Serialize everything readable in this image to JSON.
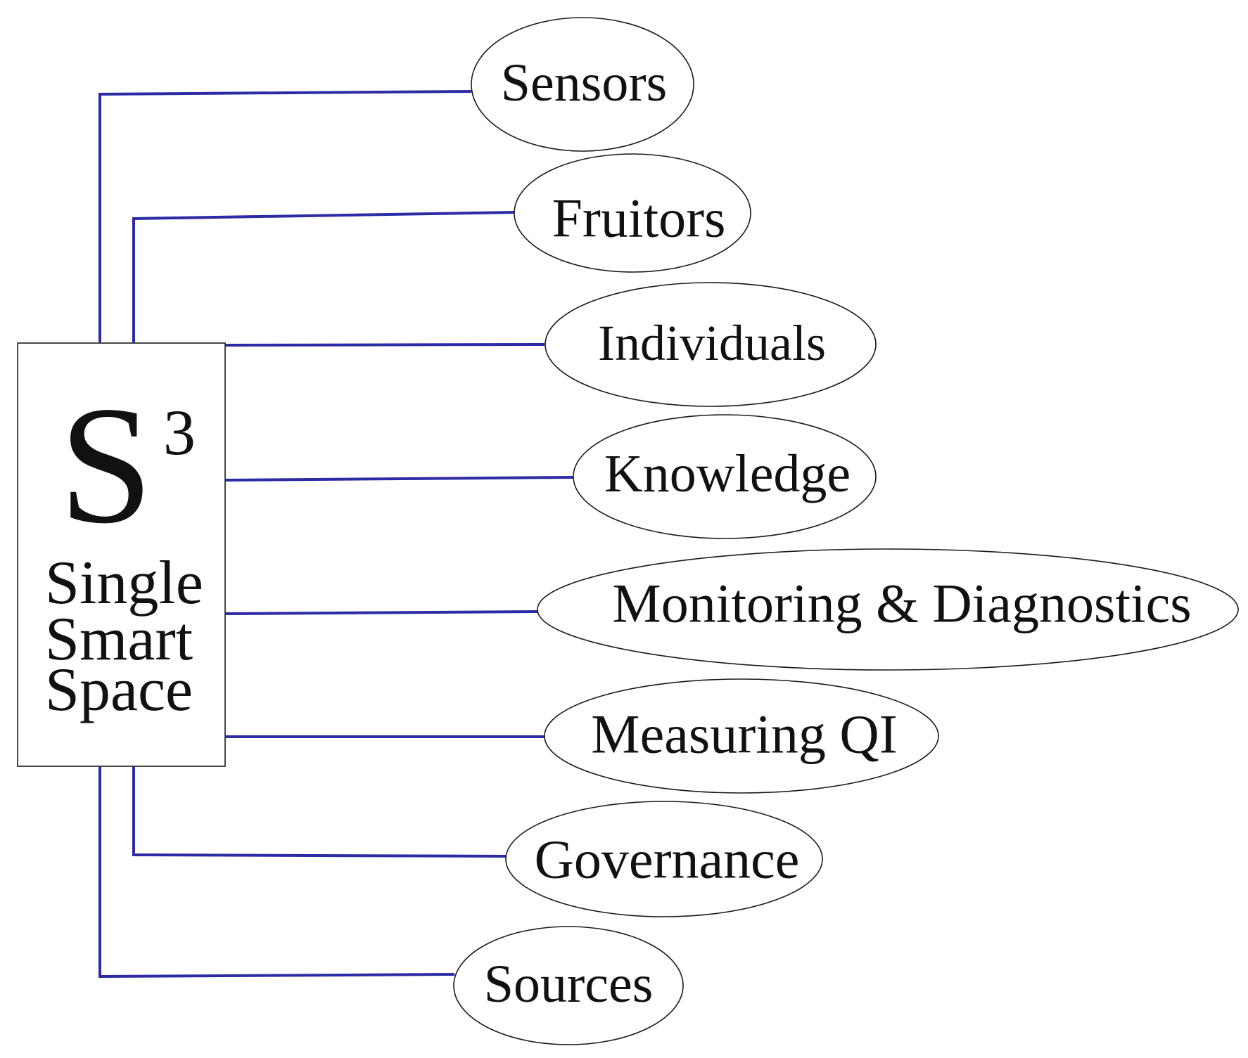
{
  "colors": {
    "connector": "#2b2ba6",
    "outline": "#1a1a1a",
    "text": "#111111",
    "background": "#ffffff"
  },
  "hub": {
    "symbol": "S",
    "exponent": "3",
    "lines": [
      "Single",
      "Smart",
      "Space"
    ]
  },
  "nodes": [
    {
      "id": "sensors",
      "label": "Sensors"
    },
    {
      "id": "fruitors",
      "label": "Fruitors"
    },
    {
      "id": "individuals",
      "label": "Individuals"
    },
    {
      "id": "knowledge",
      "label": "Knowledge"
    },
    {
      "id": "monitoring",
      "label": "Monitoring & Diagnostics"
    },
    {
      "id": "measuring",
      "label": "Measuring QI"
    },
    {
      "id": "governance",
      "label": "Governance"
    },
    {
      "id": "sources",
      "label": "Sources"
    }
  ],
  "edges": [
    {
      "from": "hub",
      "to": "sensors"
    },
    {
      "from": "hub",
      "to": "fruitors"
    },
    {
      "from": "hub",
      "to": "individuals"
    },
    {
      "from": "hub",
      "to": "knowledge"
    },
    {
      "from": "hub",
      "to": "monitoring"
    },
    {
      "from": "hub",
      "to": "measuring"
    },
    {
      "from": "hub",
      "to": "governance"
    },
    {
      "from": "hub",
      "to": "sources"
    }
  ]
}
